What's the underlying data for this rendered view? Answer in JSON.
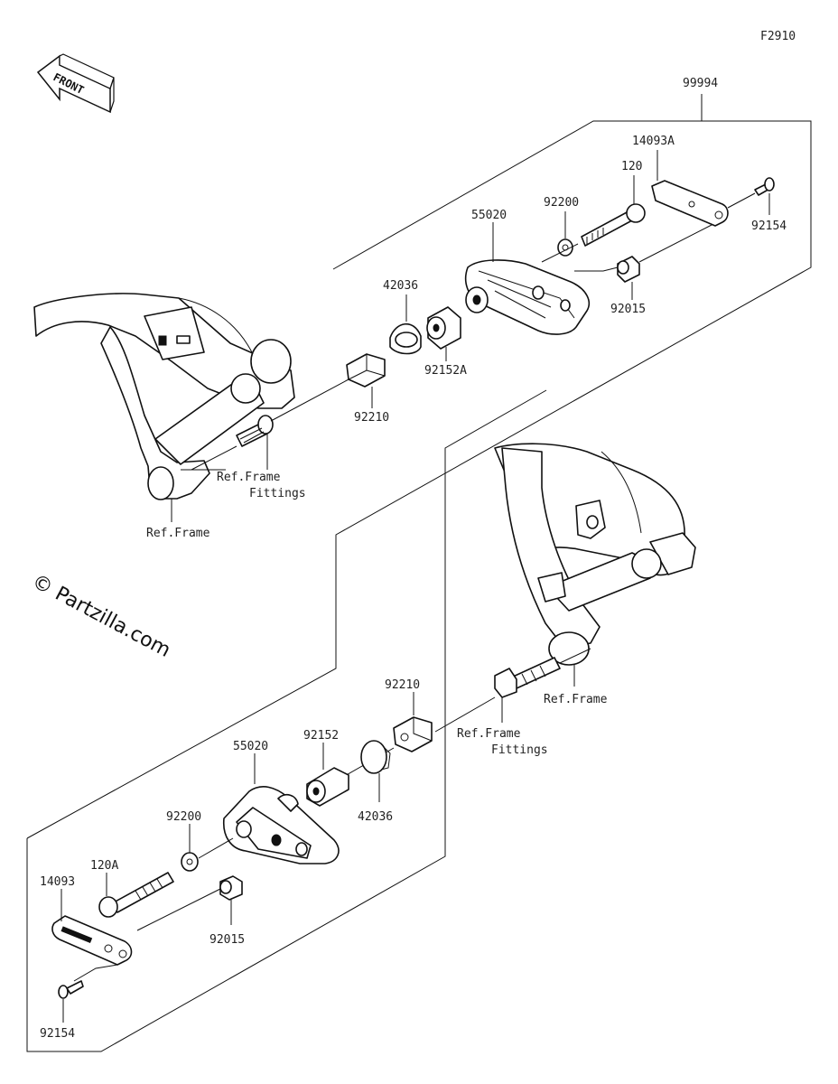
{
  "figure_code": "F2910",
  "front_arrow": {
    "label": "FRONT"
  },
  "watermark": "© Partzilla.com",
  "kit_label": "99994",
  "labels_upper": {
    "p14093A": "14093A",
    "p120": "120",
    "p92200": "92200",
    "p55020": "55020",
    "p92154": "92154",
    "p42036": "42036",
    "p92015": "92015",
    "p92152A": "92152A",
    "p92210": "92210",
    "ref_frame_fittings_1": "Ref.Frame",
    "ref_frame_fittings_2": "Fittings",
    "ref_frame": "Ref.Frame"
  },
  "labels_lower": {
    "p92210": "92210",
    "ref_frame": "Ref.Frame",
    "ref_frame_fittings_1": "Ref.Frame",
    "ref_frame_fittings_2": "Fittings",
    "p55020": "55020",
    "p92152": "92152",
    "p92200": "92200",
    "p42036": "42036",
    "p120A": "120A",
    "p14093": "14093",
    "p92015": "92015",
    "p92154": "92154"
  },
  "colors": {
    "line": "#111111",
    "background": "#ffffff"
  }
}
